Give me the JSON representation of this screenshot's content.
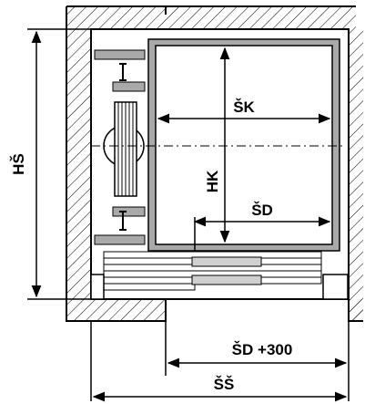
{
  "labels": {
    "hs": "HŠ",
    "sk": "ŠK",
    "hk": "HK",
    "sd": "ŠD",
    "sd_300": "ŠD +300",
    "ss": "ŠŠ"
  },
  "colors": {
    "line": "#000000",
    "cabin_wall": "#a9a9a9",
    "background": "#ffffff"
  }
}
